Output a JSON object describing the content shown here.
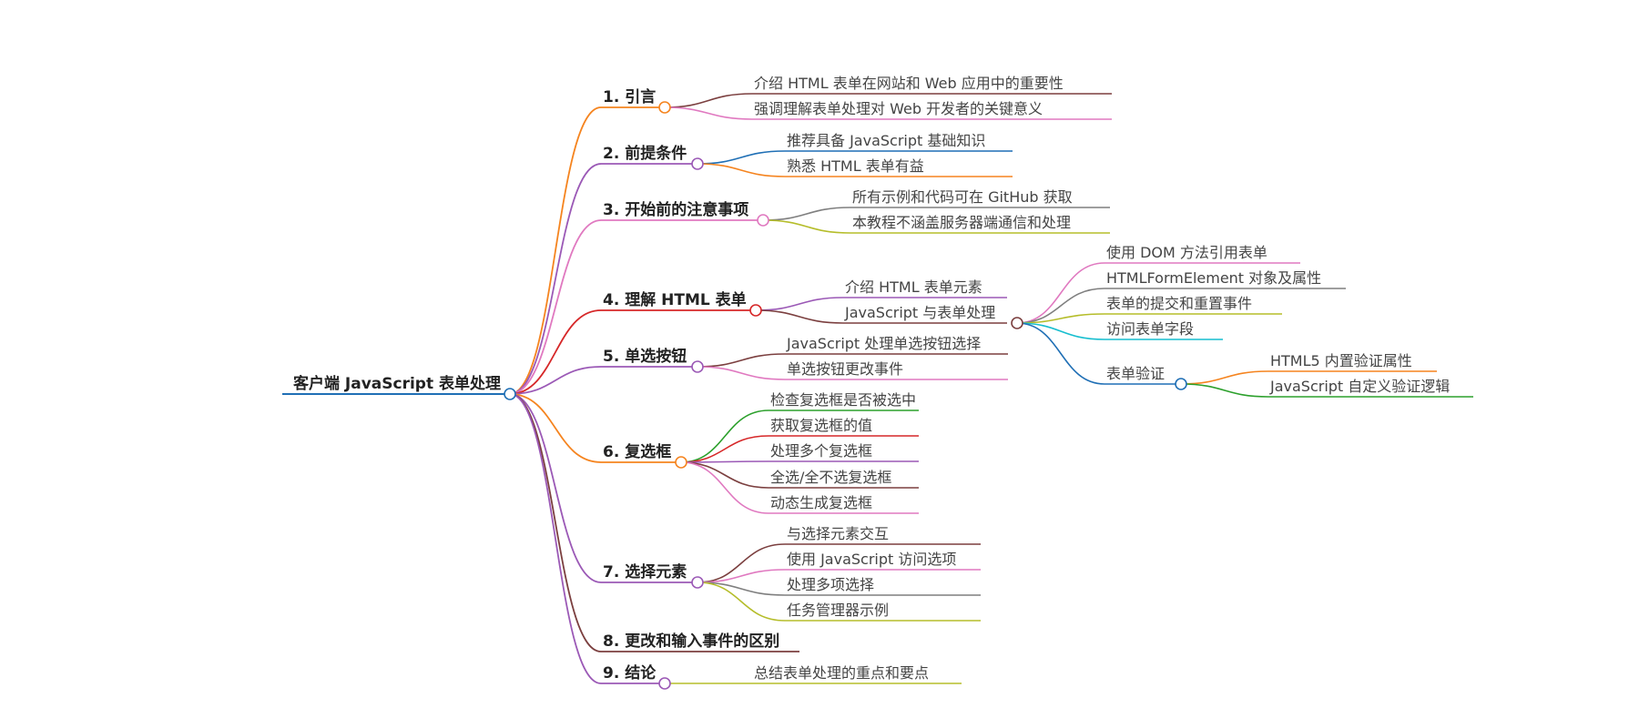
{
  "mindmap": {
    "root": {
      "label": "客户端 JavaScript 表单处理",
      "color": "#1f6fb5"
    },
    "branches": [
      {
        "label": "1. 引言",
        "color": "#f5841f",
        "children": [
          {
            "label": "介绍 HTML 表单在网站和 Web 应用中的重要性",
            "color": "#7b3f3f"
          },
          {
            "label": "强调理解表单处理对 Web 开发者的关键意义",
            "color": "#e079c0"
          }
        ]
      },
      {
        "label": "2. 前提条件",
        "color": "#9b59b6",
        "children": [
          {
            "label": "推荐具备 JavaScript 基础知识",
            "color": "#1f6fb5"
          },
          {
            "label": "熟悉 HTML 表单有益",
            "color": "#f5841f"
          }
        ]
      },
      {
        "label": "3. 开始前的注意事项",
        "color": "#e079c0",
        "children": [
          {
            "label": "所有示例和代码可在 GitHub 获取",
            "color": "#7f7f7f"
          },
          {
            "label": "本教程不涵盖服务器端通信和处理",
            "color": "#b5bd2a"
          }
        ]
      },
      {
        "label": "4. 理解 HTML 表单",
        "color": "#d62728",
        "children": [
          {
            "label": "介绍 HTML 表单元素",
            "color": "#9b59b6"
          },
          {
            "label": "JavaScript 与表单处理",
            "color": "#7b3f3f",
            "children": [
              {
                "label": "使用 DOM 方法引用表单",
                "color": "#e079c0"
              },
              {
                "label": "HTMLFormElement 对象及属性",
                "color": "#7f7f7f"
              },
              {
                "label": "表单的提交和重置事件",
                "color": "#b5bd2a"
              },
              {
                "label": "访问表单字段",
                "color": "#17becf"
              },
              {
                "label": "表单验证",
                "color": "#1f6fb5",
                "children": [
                  {
                    "label": "HTML5 内置验证属性",
                    "color": "#f5841f"
                  },
                  {
                    "label": "JavaScript 自定义验证逻辑",
                    "color": "#2ca02c"
                  }
                ]
              }
            ]
          }
        ]
      },
      {
        "label": "5. 单选按钮",
        "color": "#9b59b6",
        "children": [
          {
            "label": "JavaScript 处理单选按钮选择",
            "color": "#7b3f3f"
          },
          {
            "label": "单选按钮更改事件",
            "color": "#e079c0"
          }
        ]
      },
      {
        "label": "6. 复选框",
        "color": "#f5841f",
        "children": [
          {
            "label": "检查复选框是否被选中",
            "color": "#2ca02c"
          },
          {
            "label": "获取复选框的值",
            "color": "#d62728"
          },
          {
            "label": "处理多个复选框",
            "color": "#9b59b6"
          },
          {
            "label": "全选/全不选复选框",
            "color": "#7b3f3f"
          },
          {
            "label": "动态生成复选框",
            "color": "#e079c0"
          }
        ]
      },
      {
        "label": "7. 选择元素",
        "color": "#9b59b6",
        "children": [
          {
            "label": "与选择元素交互",
            "color": "#7b3f3f"
          },
          {
            "label": "使用 JavaScript 访问选项",
            "color": "#e079c0"
          },
          {
            "label": "处理多项选择",
            "color": "#7f7f7f"
          },
          {
            "label": "任务管理器示例",
            "color": "#b5bd2a"
          }
        ]
      },
      {
        "label": "8. 更改和输入事件的区别",
        "color": "#7b3f3f",
        "children": []
      },
      {
        "label": "9. 结论",
        "color": "#9b59b6",
        "children": [
          {
            "label": "总结表单处理的重点和要点",
            "color": "#b5bd2a"
          }
        ]
      }
    ]
  }
}
